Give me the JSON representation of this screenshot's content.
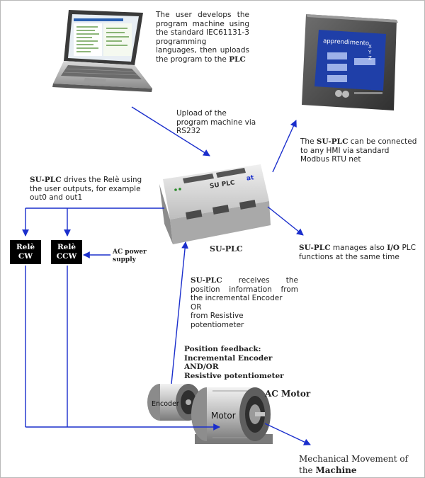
{
  "text_user_develops": "The user develops the program machine using the standard IEC61131-3 programming languages, then uploads the program to the",
  "text_user_develops_plc": "PLC",
  "text_upload": "Upload of the program machine via  RS232",
  "text_hmi_prefix": "The",
  "text_hmi_bold": "SU-PLC",
  "text_hmi_rest": "can be connected to any HMI via standard Modbus RTU net",
  "text_drives_bold": "SU-PLC",
  "text_drives_rest": "drives the Relè using the user outputs, for example out0 and out1",
  "relay_cw_line1": "Relè",
  "relay_cw_line2": "CW",
  "relay_ccw_line1": "Relè",
  "relay_ccw_line2": "CCW",
  "ac_power_line1": "AC power",
  "ac_power_line2": "supply",
  "suplc_label": "SU-PLC",
  "device_label": "SU PLC",
  "device_logo": "at",
  "text_manages_bold": "SU-PLC",
  "text_manages_mid": "manages also",
  "text_manages_io": "I/O",
  "text_manages_rest": "PLC functions at the same time",
  "text_receives_bold": "SU-PLC",
  "text_receives_rest": "receives the position information from the incremental Encoder",
  "text_receives_or": "OR",
  "text_receives_pot": "from Resistive potentiometer",
  "feedback_lines": [
    "Position feedback:",
    "Incremental Encoder",
    "AND/OR",
    "Resistive potentiometer"
  ],
  "ac_motor_label": "AC Motor",
  "encoder_label": "Encoder",
  "motor_label": "Motor",
  "mech_line1": "Mechanical Movement of",
  "mech_prefix": "the",
  "mech_bold": "Machine",
  "hmi_screen_title": "apprendimento",
  "hmi_screen_axes": [
    "X",
    "Y",
    "Z"
  ],
  "colors": {
    "arrow": "#1a2ecc",
    "relay_bg": "#000000",
    "hmi_screen": "#1f3fa8"
  }
}
